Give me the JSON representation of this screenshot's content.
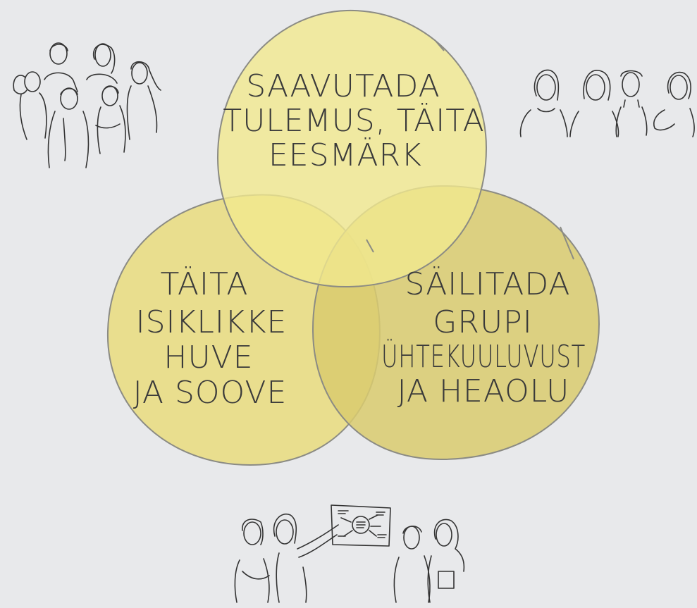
{
  "diagram": {
    "type": "venn",
    "circles": [
      {
        "id": "top",
        "lines": [
          "SAAVUTADA",
          "TULEMUS, TÄITA",
          "EESMÄRK"
        ],
        "fill": "#f1e98f"
      },
      {
        "id": "left",
        "lines": [
          "TÄITA",
          "ISIKLIKKE",
          "HUVE",
          "JA SOOVE"
        ],
        "fill": "#e9dc7e"
      },
      {
        "id": "right",
        "lines": [
          "SÄILITADA",
          "GRUPI",
          "ÜHTEKUULUVUST",
          "JA HEAOLU"
        ],
        "fill": "#d9cb6e"
      }
    ],
    "outline_color": "#8b8b84",
    "background": "#e8e9eb"
  },
  "illustrations": [
    {
      "id": "group-top-left",
      "icon": "people-group-icon"
    },
    {
      "id": "group-top-right",
      "icon": "people-row-icon"
    },
    {
      "id": "group-bottom",
      "icon": "presentation-group-icon"
    }
  ]
}
